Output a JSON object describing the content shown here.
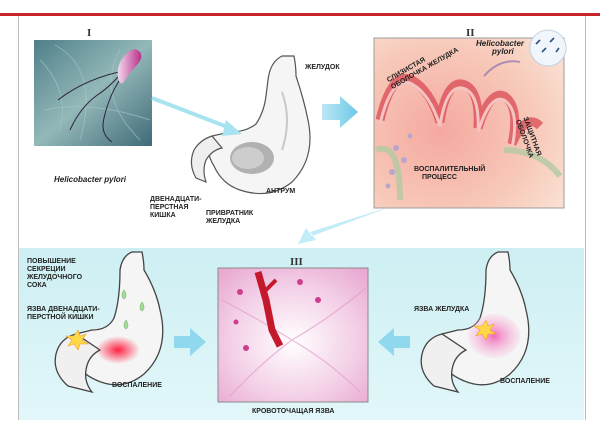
{
  "stage_numbers": {
    "one": "I",
    "two": "II",
    "three": "III"
  },
  "stage1": {
    "bacteria_caption": "Helicobacter pylori",
    "stomach_label": "ЖЕЛУДОК",
    "duodenum_label_1": "ДВЕНАДЦАТИ-",
    "duodenum_label_2": "ПЕРСТНАЯ",
    "duodenum_label_3": "КИШКА",
    "antrum_label": "АНТРУМ",
    "pylorus_label_1": "ПРИВРАТНИК",
    "pylorus_label_2": "ЖЕЛУДКА"
  },
  "stage2": {
    "mucosa_label_1": "СЛИЗИСТАЯ",
    "mucosa_label_2": "ОБОЛОЧКА ЖЕЛУДКА",
    "bacteria_label_1": "Helicobacter",
    "bacteria_label_2": "pylori",
    "protective_label_1": "ЗАЩИТНАЯ",
    "protective_label_2": "ОБОЛОЧКА",
    "inflammation_label_1": "ВОСПАЛИТЕЛЬНЫЙ",
    "inflammation_label_2": "ПРОЦЕСС"
  },
  "stage3": {
    "secretion_label_1": "ПОВЫШЕНИЕ",
    "secretion_label_2": "СЕКРЕЦИИ",
    "secretion_label_3": "ЖЕЛУДОЧНОГО",
    "secretion_label_4": "СОКА",
    "duodenal_ulcer_label_1": "ЯЗВА ДВЕНАДЦАТИ-",
    "duodenal_ulcer_label_2": "ПЕРСТНОЙ КИШКИ",
    "inflammation_left": "ВОСПАЛЕНИЕ",
    "bleeding_ulcer_label": "КРОВОТОЧАЩАЯ ЯЗВА",
    "gastric_ulcer_label": "ЯЗВА ЖЕЛУДКА",
    "inflammation_right": "ВОСПАЛЕНИЕ"
  },
  "colors": {
    "arrow": "#8fd8ee",
    "header_line": "#c8242c",
    "bottom_band": "#d6f3f6",
    "stomach_fill": "#f7f7f7",
    "inflammation": "#e8304a"
  }
}
